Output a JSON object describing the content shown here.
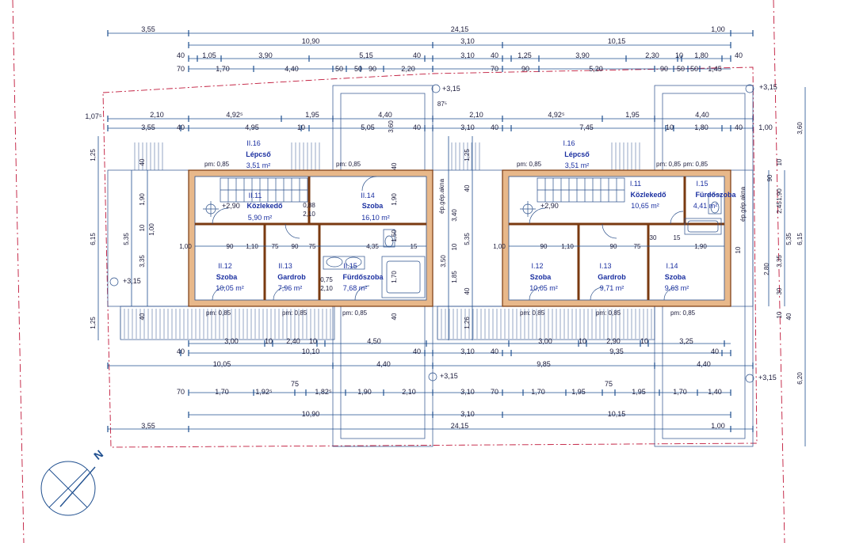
{
  "rooms_left": [
    {
      "num": "II.16",
      "name": "Lépcső",
      "area": "3,51 m²"
    },
    {
      "num": "II.11",
      "name": "Közlekedő",
      "area": "5,90 m²"
    },
    {
      "num": "II.14",
      "name": "Szoba",
      "area": "16,10 m²"
    },
    {
      "num": "II.12",
      "name": "Szoba",
      "area": "10,05 m²"
    },
    {
      "num": "II.13",
      "name": "Gardrob",
      "area": "7,96 m²"
    },
    {
      "num": "II.15",
      "name": "Fürdőszoba",
      "area": "7,68 m²"
    }
  ],
  "rooms_right": [
    {
      "num": "I.16",
      "name": "Lépcső",
      "area": "3,51 m²"
    },
    {
      "num": "I.11",
      "name": "Közlekedő",
      "area": "10,65 m²"
    },
    {
      "num": "I.15",
      "name": "Fürdőszoba",
      "area": "4,41 m²"
    },
    {
      "num": "I.12",
      "name": "Szoba",
      "area": "10,05 m²"
    },
    {
      "num": "I.13",
      "name": "Gardrob",
      "area": "9,71 m²"
    },
    {
      "num": "I.14",
      "name": "Szoba",
      "area": "9,63 m²"
    }
  ],
  "levels": {
    "top_left": "+3,15",
    "top_right": "+3,15",
    "bottom_mid": "+3,15",
    "bottom_right": "+3,15",
    "side_left": "+3,15",
    "floor_left": "+2,90",
    "floor_right": "+2,90"
  },
  "shaft_label": "ép.gép.akna",
  "pm_label": "pm: 0,85",
  "dims": {
    "r1": [
      "3,55",
      "24,15",
      "1,00"
    ],
    "r2": [
      "10,90",
      "3,10",
      "10,15"
    ],
    "r3": [
      "40",
      "1,05",
      "3,90",
      "5,15",
      "40",
      "3,10",
      "40",
      "1,25",
      "3,90",
      "2,30",
      "10",
      "1,80",
      "40"
    ],
    "r4": [
      "70",
      "1,70",
      "4,40",
      "50",
      "50",
      "90",
      "2,20",
      "70",
      "90",
      "5,20",
      "90",
      "50",
      "50",
      "1,45"
    ],
    "r5": [
      "1,07⁵",
      "2,10",
      "4,92⁵",
      "1,95",
      "4,40",
      "2,10",
      "4,92⁵",
      "1,95",
      "4,40"
    ],
    "r6": [
      "3,55",
      "40",
      "4,95",
      "10",
      "5,05",
      "40",
      "3,10",
      "40",
      "7,45",
      "10",
      "1,80",
      "40",
      "1,00"
    ],
    "b1": [
      "3,00",
      "10",
      "2,40",
      "10",
      "4,50",
      "3,00",
      "10",
      "2,90",
      "10",
      "3,25"
    ],
    "b2": [
      "40",
      "10,10",
      "40",
      "3,10",
      "40",
      "9,35",
      "40"
    ],
    "b3": [
      "10,05",
      "4,40",
      "9,85",
      "4,40"
    ],
    "b4": [
      "70",
      "1,70",
      "1,92⁵",
      "75",
      "1,82⁵",
      "1,90",
      "2,10",
      "3,10",
      "70",
      "1,70",
      "1,95",
      "75",
      "1,95",
      "1,70",
      "1,40"
    ],
    "b5": [
      "10,90",
      "3,10",
      "10,15"
    ],
    "b6": [
      "3,55",
      "24,15",
      "1,00"
    ],
    "inner_l": [
      "90",
      "1,10",
      "75",
      "90",
      "75",
      "4,35",
      "15",
      "1,00"
    ],
    "inner_r": [
      "90",
      "1,10",
      "90",
      "75",
      "1,90",
      "30",
      "15",
      "1,00"
    ],
    "small": [
      "87⁵",
      "3,60",
      "0,88",
      "2,10",
      "0,75",
      "2,10"
    ],
    "left_v": [
      "1,25",
      "6,15",
      "1,25",
      "5,35",
      "3,35",
      "1,90",
      "10",
      "1,00",
      "40",
      "40"
    ],
    "mid_v": [
      "1,25",
      "40",
      "3,40",
      "5,35",
      "3,50",
      "1,85",
      "10",
      "40",
      "1,26",
      "40",
      "1,90",
      "1,50",
      "1,70",
      "40"
    ],
    "right_v": [
      "3,60",
      "2,45",
      "1,90",
      "5,35",
      "6,15",
      "3,35",
      "2,80",
      "30",
      "10",
      "40",
      "6,20",
      "10",
      "90",
      "10"
    ]
  }
}
